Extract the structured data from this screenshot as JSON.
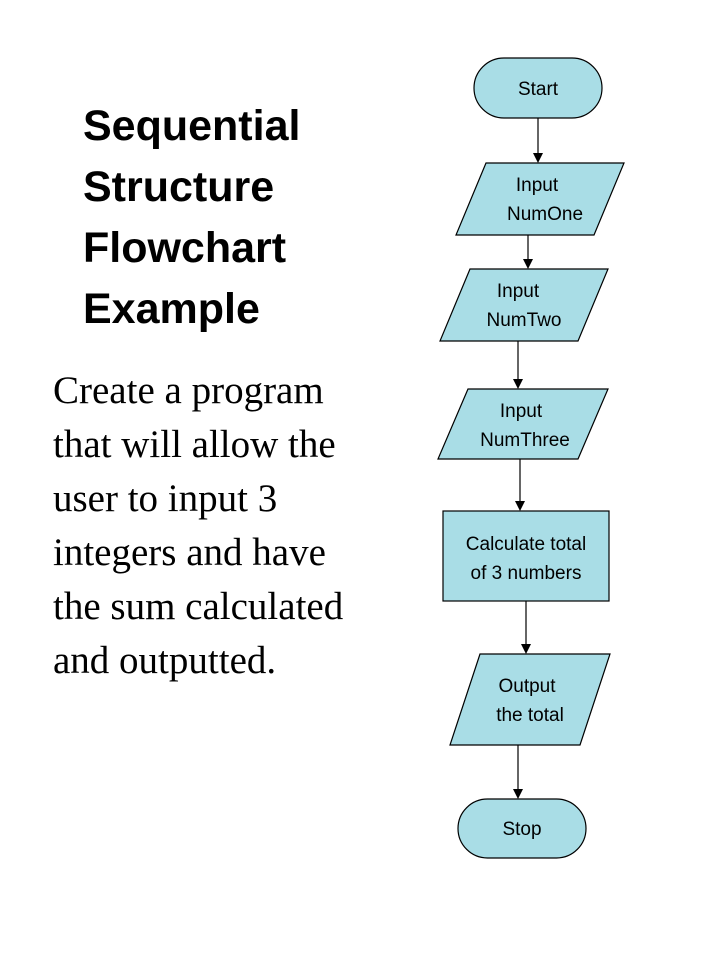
{
  "title": {
    "lines": [
      "Sequential",
      "Structure",
      "Flowchart",
      "Example"
    ]
  },
  "description": {
    "lines": [
      "Create a program",
      "that will allow the",
      "user to input 3",
      "integers and have",
      "the sum calculated",
      "and outputted."
    ]
  },
  "flowchart": {
    "colors": {
      "fill": "#a9dde6",
      "stroke": "#000000"
    },
    "nodes": {
      "start": {
        "shape": "terminator",
        "lines": [
          "Start"
        ]
      },
      "input_one": {
        "shape": "parallelogram",
        "lines": [
          "Input",
          "NumOne"
        ]
      },
      "input_two": {
        "shape": "parallelogram",
        "lines": [
          "Input",
          "NumTwo"
        ]
      },
      "input_three": {
        "shape": "parallelogram",
        "lines": [
          "Input",
          "NumThree"
        ]
      },
      "calculate": {
        "shape": "process",
        "lines": [
          "Calculate total",
          "of 3 numbers"
        ]
      },
      "output": {
        "shape": "parallelogram",
        "lines": [
          "Output",
          "the total"
        ]
      },
      "stop": {
        "shape": "terminator",
        "lines": [
          "Stop"
        ]
      }
    }
  }
}
